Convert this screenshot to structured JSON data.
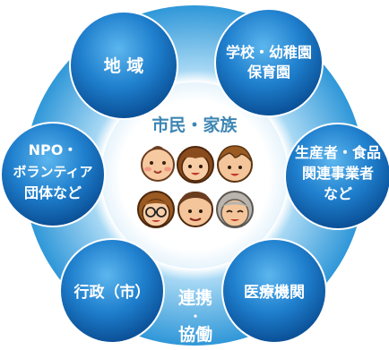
{
  "diagram": {
    "center": {
      "title": "市民・家族",
      "icon_set": [
        "baby-face-icon",
        "girl-face-icon",
        "boy-face-icon",
        "woman-with-glasses-face-icon",
        "man-face-icon",
        "grandmother-face-icon"
      ]
    },
    "ring_label": {
      "line1": "連携",
      "line2": "・",
      "line3": "協働"
    },
    "nodes": [
      {
        "id": "chiiki",
        "lines": [
          "地 域"
        ]
      },
      {
        "id": "gakko",
        "lines": [
          "学校・幼稚園",
          "保育園"
        ]
      },
      {
        "id": "seisansha",
        "lines": [
          "生産者・食品",
          "関連事業者",
          "など"
        ]
      },
      {
        "id": "iryo",
        "lines": [
          "医療機関"
        ]
      },
      {
        "id": "gyosei",
        "lines": [
          "行政（市）"
        ]
      },
      {
        "id": "npo",
        "lines": [
          "NPO・",
          "ボランティア",
          "団体など"
        ]
      }
    ],
    "colors": {
      "ring": "#3aa0dc",
      "ring_light": "#a7d8f4",
      "node_dark": "#0d5fa8",
      "node_light": "#4aa8e8",
      "center_title": "#3d86b3"
    }
  }
}
